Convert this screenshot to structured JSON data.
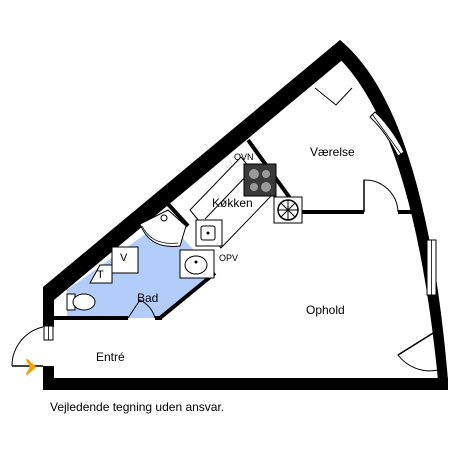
{
  "rooms": {
    "vaerelse": "Værelse",
    "koekken": "Køkken",
    "bad": "Bad",
    "ophold": "Ophold",
    "entre": "Entré"
  },
  "fixtures": {
    "ovn": "OVN",
    "opv": "OPV",
    "t": "T",
    "v": "V"
  },
  "disclaimer": "Vejledende tegning uden ansvar.",
  "colors": {
    "wall": "#000000",
    "bathroom_floor": "#b3cdfa",
    "entry_arrow": "#f2a100",
    "background": "#ffffff"
  }
}
